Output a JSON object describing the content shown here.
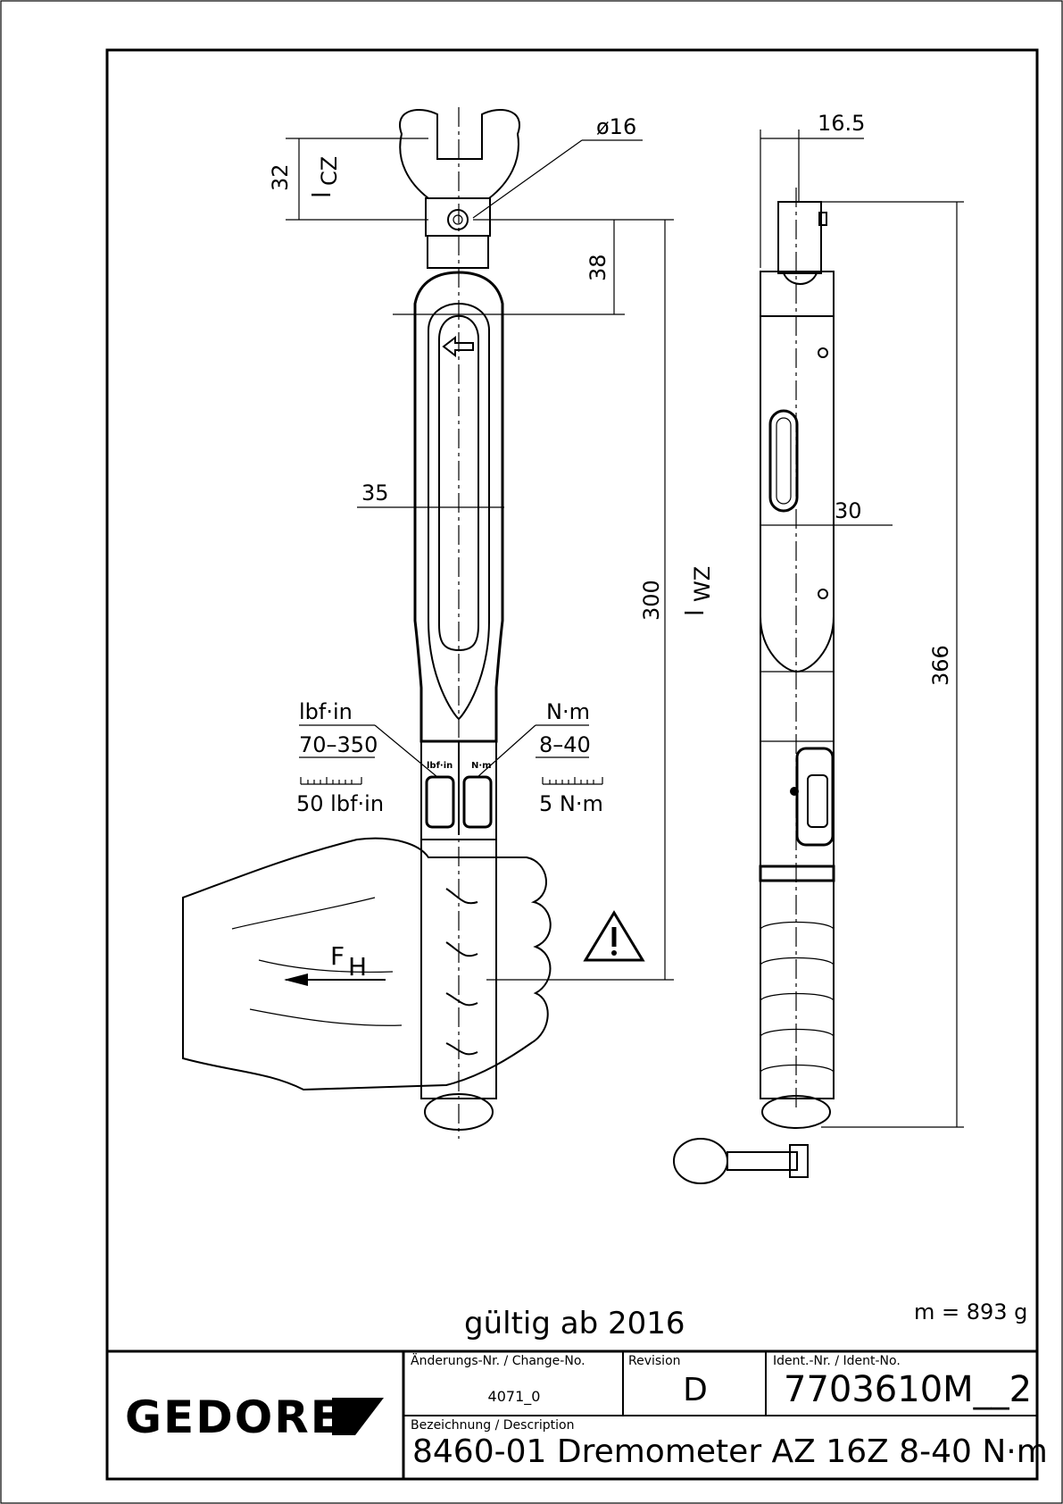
{
  "dimensions": {
    "d16": "ø16",
    "d16_5": "16.5",
    "d32": "32",
    "lcz": "l",
    "lcz_sub": "CZ",
    "d38": "38",
    "d35": "35",
    "d300": "300",
    "lwz": "l",
    "lwz_sub": "WZ",
    "d30": "30",
    "d366": "366"
  },
  "scales": {
    "left_unit": "lbf·in",
    "left_range": "70–350",
    "left_step": "50 lbf·in",
    "right_unit": "N·m",
    "right_range": "8–40",
    "right_step": "5 N·m",
    "window_left_mark": "lbf·in",
    "window_right_mark": "N·m"
  },
  "force": {
    "symbol": "F",
    "sub": "H"
  },
  "notes": {
    "valid_from": "gültig ab 2016",
    "mass": "m = 893 g"
  },
  "title_block": {
    "logo": "GEDORE",
    "change_label": "Änderungs-Nr. / Change-No.",
    "change_value": "4071_0",
    "revision_label": "Revision",
    "revision_value": "D",
    "ident_label": "Ident.-Nr. / Ident-No.",
    "ident_value": "7703610M__2",
    "description_label": "Bezeichnung / Description",
    "description_value": "8460-01 Dremometer AZ 16Z  8-40 N·m"
  },
  "icons": [
    "warning-triangle-icon",
    "arrow-left-icon",
    "gedore-logo-mark"
  ]
}
